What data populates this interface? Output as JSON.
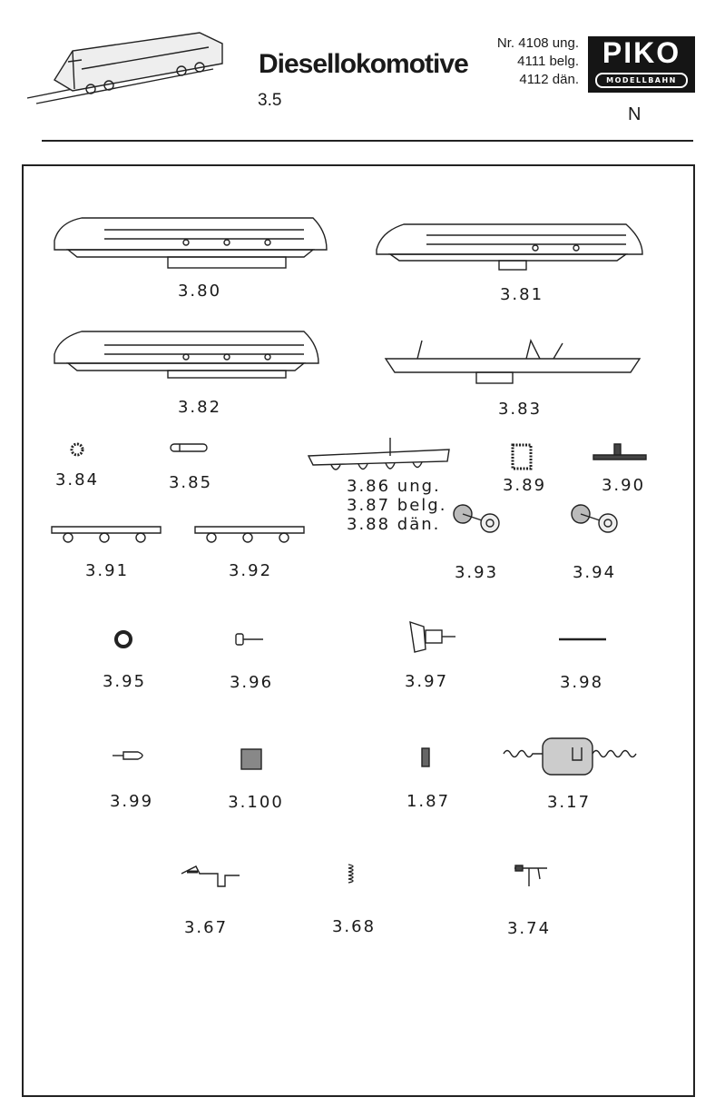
{
  "header": {
    "title": "Diesellokomotive",
    "sheet_number": "3.5",
    "article_numbers": [
      "Nr. 4108 ung.",
      "4111 belg.",
      "4112 dän."
    ],
    "logo": {
      "brand": "PIKO",
      "tagline": "MODELLBAHN"
    },
    "scale": "N"
  },
  "parts": [
    {
      "label": "3.80"
    },
    {
      "label": "3.81"
    },
    {
      "label": "3.82"
    },
    {
      "label": "3.83"
    },
    {
      "label": "3.84"
    },
    {
      "label": "3.85"
    },
    {
      "label": "3.86 ung."
    },
    {
      "label": "3.87 belg."
    },
    {
      "label": "3.88 dän."
    },
    {
      "label": "3.89"
    },
    {
      "label": "3.90"
    },
    {
      "label": "3.91"
    },
    {
      "label": "3.92"
    },
    {
      "label": "3.93"
    },
    {
      "label": "3.94"
    },
    {
      "label": "3.95"
    },
    {
      "label": "3.96"
    },
    {
      "label": "3.97"
    },
    {
      "label": "3.98"
    },
    {
      "label": "3.99"
    },
    {
      "label": "3.100"
    },
    {
      "label": "1.87"
    },
    {
      "label": "3.17"
    },
    {
      "label": "3.67"
    },
    {
      "label": "3.68"
    },
    {
      "label": "3.74"
    }
  ]
}
